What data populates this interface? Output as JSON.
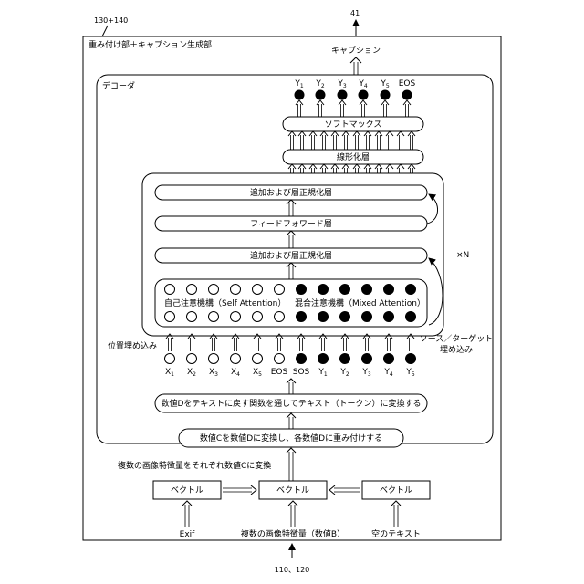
{
  "refs": {
    "main_unit": "130+140",
    "output": "41",
    "input": "110、120"
  },
  "outer_title": "重み付け部＋キャプション生成部",
  "caption_label": "キャプション",
  "decoder_label": "デコーダ",
  "outputs": {
    "labels": [
      "Y",
      "Y",
      "Y",
      "Y",
      "Y",
      "EOS"
    ],
    "subscripts": [
      "1",
      "2",
      "3",
      "4",
      "5",
      ""
    ]
  },
  "softmax_label": "ソフトマックス",
  "linear_label": "線形化層",
  "addnorm_top_label": "追加および層正規化層",
  "feedforward_label": "フィードフォワード層",
  "addnorm_mid_label": "追加および層正規化層",
  "times_n": "×N",
  "self_attention_label": "自己注意機構（Self Attention）",
  "mixed_attention_label": "混合注意機構（Mixed Attention）",
  "positional_label": "位置埋め込み",
  "source_target_label": [
    "ソース／ターゲット",
    "埋め込み"
  ],
  "inputs": {
    "labels": [
      "X",
      "X",
      "X",
      "X",
      "X",
      "EOS",
      "SOS",
      "Y",
      "Y",
      "Y",
      "Y",
      "Y"
    ],
    "subscripts": [
      "1",
      "2",
      "3",
      "4",
      "5",
      "",
      "",
      "1",
      "2",
      "3",
      "4",
      "5"
    ]
  },
  "step_d_label": "数値Dをテキストに戻す関数を通してテキスト（トークン）に変換する",
  "step_c_label": "数値Cを数値Dに変換し、各数値Dに重み付けする",
  "step_convert_label": "複数の画像特徴量をそれぞれ数値Cに変換",
  "vector_left": "ベクトル",
  "vector_center": "ベクトル",
  "vector_right": "ベクトル",
  "exif_label": "Exif",
  "features_label": "複数の画像特徴量（数値B）",
  "empty_text_label": "空のテキスト"
}
